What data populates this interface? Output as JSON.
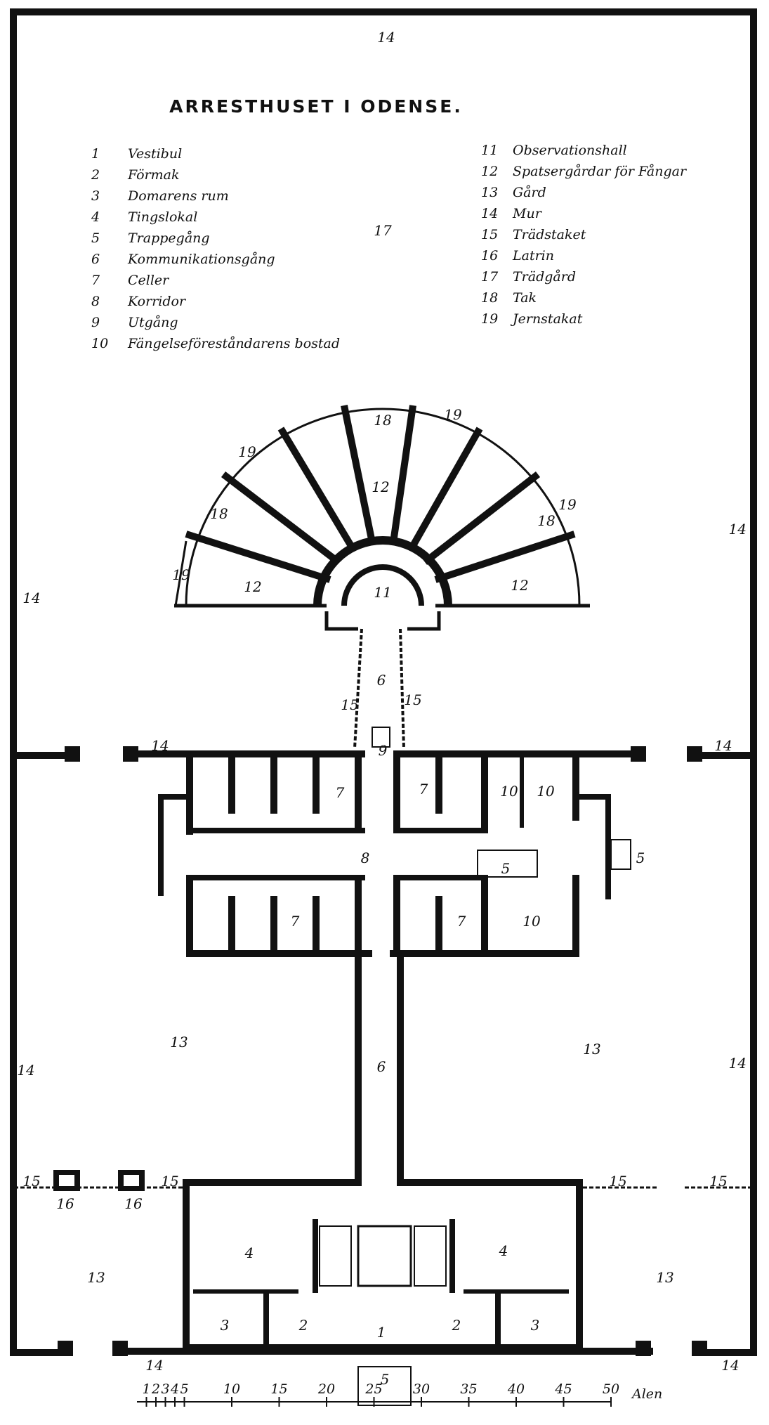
{
  "title": "ARRESTHUSET I ODENSE.",
  "legend_left": [
    {
      "n": "1",
      "label": "Vestibul"
    },
    {
      "n": "2",
      "label": "Förmak"
    },
    {
      "n": "3",
      "label": "Domarens rum"
    },
    {
      "n": "4",
      "label": "Tingslokal"
    },
    {
      "n": "5",
      "label": "Trappegång"
    },
    {
      "n": "6",
      "label": "Kommunikationsgång"
    },
    {
      "n": "7",
      "label": "Celler"
    },
    {
      "n": "8",
      "label": "Korridor"
    },
    {
      "n": "9",
      "label": "Utgång"
    },
    {
      "n": "10",
      "label": "Fängelseföreståndarens bostad"
    }
  ],
  "legend_right": [
    {
      "n": "11",
      "label": "Observationshall"
    },
    {
      "n": "12",
      "label": "Spatsergårdar för Fångar"
    },
    {
      "n": "13",
      "label": "Gård"
    },
    {
      "n": "14",
      "label": "Mur"
    },
    {
      "n": "15",
      "label": "Trädstaket"
    },
    {
      "n": "16",
      "label": "Latrin"
    },
    {
      "n": "17",
      "label": "Trädgård"
    },
    {
      "n": "18",
      "label": "Tak"
    },
    {
      "n": "19",
      "label": "Jernstakat"
    }
  ],
  "scale": {
    "ticks": [
      "1",
      "2",
      "3",
      "4",
      "5",
      "10",
      "15",
      "20",
      "25",
      "30",
      "35",
      "40",
      "45",
      "50"
    ],
    "unit": "Alen"
  },
  "plan_numbers": {
    "n1": "1",
    "n2": "2",
    "n3": "3",
    "n4": "4",
    "n5": "5",
    "n6": "6",
    "n7": "7",
    "n8": "8",
    "n9": "9",
    "n10": "10",
    "n11": "11",
    "n12": "12",
    "n13": "13",
    "n14": "14",
    "n15": "15",
    "n16": "16",
    "n17": "17",
    "n18": "18",
    "n19": "19"
  }
}
